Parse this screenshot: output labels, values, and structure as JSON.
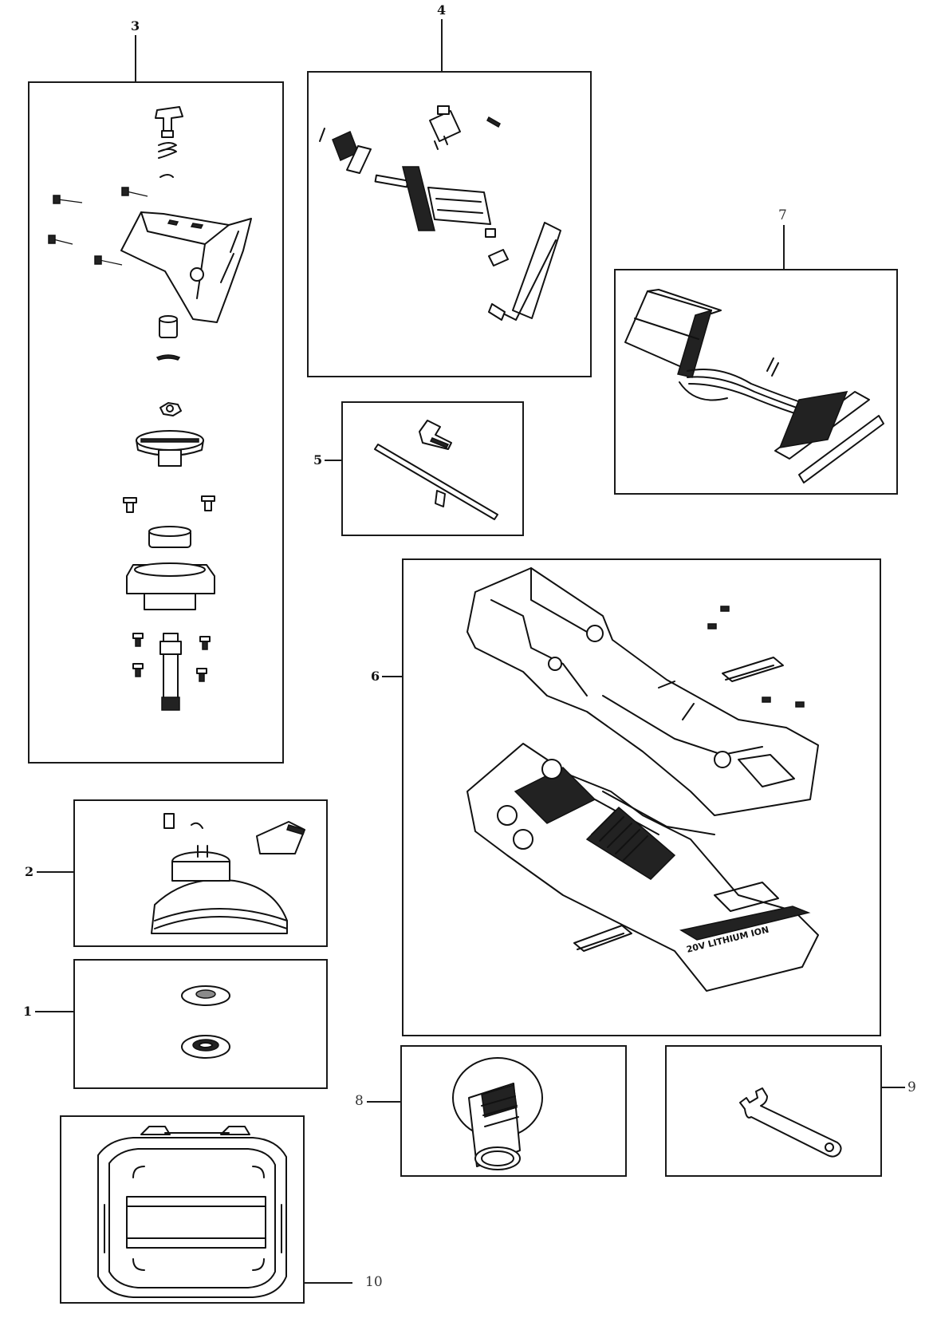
{
  "callouts": {
    "c1": "1",
    "c2": "2",
    "c3": "3",
    "c4": "4",
    "c5": "5",
    "c6": "6",
    "c7": "7",
    "c8": "8",
    "c9": "9",
    "c10": "10"
  },
  "labels": {
    "battery_housing_text": "20V LITHIUM ION"
  },
  "colors": {
    "line": "#111111",
    "box_border": "#1a1a1a",
    "background": "#ffffff"
  }
}
